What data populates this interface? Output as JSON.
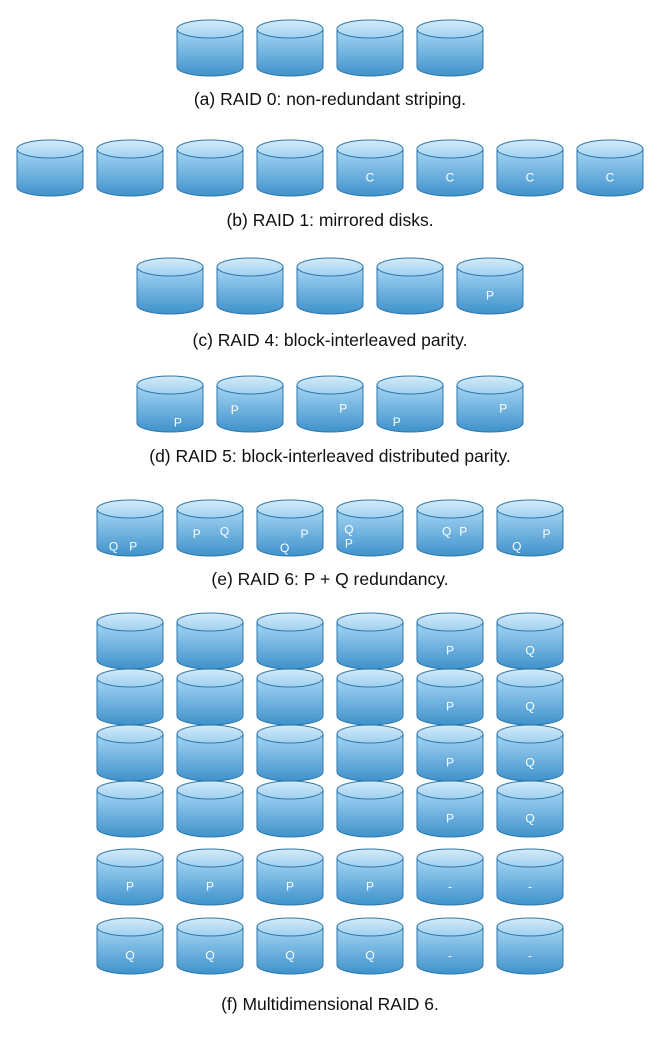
{
  "colors": {
    "disk_top": "#bfe0f5",
    "disk_body_light": "#8ec9ee",
    "disk_body_dark": "#3d93cf",
    "disk_outline": "#2f77a8",
    "disk_letter": "#ffffff",
    "caption_text": "#111111"
  },
  "sections": [
    {
      "id": "a",
      "caption": "(a) RAID 0: non-redundant striping.",
      "rows": [
        {
          "disks": [
            {
              "labels": []
            },
            {
              "labels": []
            },
            {
              "labels": []
            },
            {
              "labels": []
            }
          ]
        }
      ]
    },
    {
      "id": "b",
      "caption": "(b) RAID 1: mirrored disks.",
      "rows": [
        {
          "disks": [
            {
              "labels": []
            },
            {
              "labels": []
            },
            {
              "labels": []
            },
            {
              "labels": []
            },
            {
              "labels": [
                "C"
              ]
            },
            {
              "labels": [
                "C"
              ]
            },
            {
              "labels": [
                "C"
              ]
            },
            {
              "labels": [
                "C"
              ]
            }
          ]
        }
      ]
    },
    {
      "id": "c",
      "caption": "(c) RAID 4: block-interleaved parity.",
      "rows": [
        {
          "disks": [
            {
              "labels": []
            },
            {
              "labels": []
            },
            {
              "labels": []
            },
            {
              "labels": []
            },
            {
              "labels": [
                "P"
              ]
            }
          ]
        }
      ]
    },
    {
      "id": "d",
      "caption": "(d) RAID 5: block-interleaved distributed parity.",
      "rows": [
        {
          "disks": [
            {
              "labels": [
                "P"
              ],
              "slot": "bottom-center"
            },
            {
              "labels": [
                "P"
              ],
              "slot": "top-center"
            },
            {
              "labels": [
                "P"
              ],
              "slot": "top-right"
            },
            {
              "labels": [
                "P"
              ],
              "slot": "bottom-left"
            },
            {
              "labels": [
                "P"
              ],
              "slot": "top-right"
            }
          ]
        }
      ]
    },
    {
      "id": "e",
      "caption": "(e) RAID 6: P + Q redundancy.",
      "rows": [
        {
          "disks": [
            {
              "labels": [
                "Q",
                "P"
              ],
              "slot": "bottom-pair"
            },
            {
              "labels": [
                "P",
                "Q"
              ],
              "slot": "top-pair"
            },
            {
              "labels": [
                "Q",
                "P"
              ],
              "slot": "diag"
            },
            {
              "labels": [
                "Q",
                "P"
              ],
              "slot": "stack-left"
            },
            {
              "labels": [
                "Q",
                "P"
              ],
              "slot": "top-pair-right"
            },
            {
              "labels": [
                "Q",
                "P"
              ],
              "slot": "bottom-diag"
            }
          ]
        }
      ]
    },
    {
      "id": "f",
      "caption": "(f) Multidimensional RAID 6.",
      "rows": [
        {
          "disks": [
            {
              "labels": []
            },
            {
              "labels": []
            },
            {
              "labels": []
            },
            {
              "labels": []
            },
            {
              "labels": [
                "P"
              ]
            },
            {
              "labels": [
                "Q"
              ]
            }
          ]
        },
        {
          "disks": [
            {
              "labels": []
            },
            {
              "labels": []
            },
            {
              "labels": []
            },
            {
              "labels": []
            },
            {
              "labels": [
                "P"
              ]
            },
            {
              "labels": [
                "Q"
              ]
            }
          ]
        },
        {
          "disks": [
            {
              "labels": []
            },
            {
              "labels": []
            },
            {
              "labels": []
            },
            {
              "labels": []
            },
            {
              "labels": [
                "P"
              ]
            },
            {
              "labels": [
                "Q"
              ]
            }
          ]
        },
        {
          "disks": [
            {
              "labels": []
            },
            {
              "labels": []
            },
            {
              "labels": []
            },
            {
              "labels": []
            },
            {
              "labels": [
                "P"
              ]
            },
            {
              "labels": [
                "Q"
              ]
            }
          ]
        },
        {
          "disks": [
            {
              "labels": [
                "P"
              ]
            },
            {
              "labels": [
                "P"
              ]
            },
            {
              "labels": [
                "P"
              ]
            },
            {
              "labels": [
                "P"
              ]
            },
            {
              "labels": [
                "-"
              ]
            },
            {
              "labels": [
                "-"
              ]
            }
          ]
        },
        {
          "disks": [
            {
              "labels": [
                "Q"
              ]
            },
            {
              "labels": [
                "Q"
              ]
            },
            {
              "labels": [
                "Q"
              ]
            },
            {
              "labels": [
                "Q"
              ]
            },
            {
              "labels": [
                "-"
              ]
            },
            {
              "labels": [
                "-"
              ]
            }
          ]
        }
      ]
    }
  ]
}
